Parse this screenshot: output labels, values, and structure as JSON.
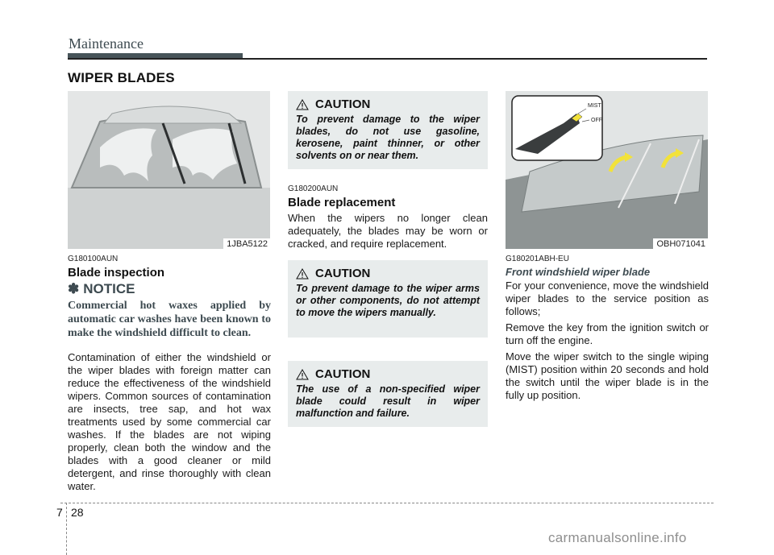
{
  "header": {
    "running_head": "Maintenance",
    "section_title": "WIPER BLADES"
  },
  "colors": {
    "header_bar": "#475459",
    "heading_text": "#3d4a50",
    "caution_bg": "#e8ecec",
    "arrow_yellow": "#f2e23a"
  },
  "column1": {
    "figure_code": "1JBA5122",
    "ref_code": "G180100AUN",
    "heading": "Blade inspection",
    "notice": {
      "symbol": "✽",
      "label": "NOTICE",
      "text": "Commercial hot waxes applied by automatic car washes have been known to make the windshield difficult to clean."
    },
    "body": "Contamination of either the windshield or the wiper blades with foreign matter can reduce the effectiveness of the windshield wipers. Common sources of contamination are insects, tree sap, and hot wax treatments used by some commercial car washes. If the blades are not wiping properly, clean both the window and the blades with a good cleaner or mild detergent, and rinse thoroughly with clean water."
  },
  "column2": {
    "caution1": {
      "label": "CAUTION",
      "text": "To prevent damage to the wiper blades, do not use gasoline, kerosene, paint thinner, or other solvents on or near them."
    },
    "ref_code": "G180200AUN",
    "heading": "Blade replacement",
    "body": "When the wipers no longer clean adequately, the blades may be worn or cracked, and require replacement.",
    "caution2": {
      "label": "CAUTION",
      "text": "To prevent damage to the wiper arms or other components, do not attempt to move the wipers manually."
    },
    "caution3": {
      "label": "CAUTION",
      "text": "The use of a non-specified wiper blade could result in wiper malfunction and failure."
    }
  },
  "column3": {
    "figure_code": "OBH071041",
    "figure_labels": {
      "mist": "MIST",
      "off": "OFF"
    },
    "ref_code": "G180201ABH-EU",
    "heading": "Front windshield wiper blade",
    "paragraphs": [
      "For your convenience, move the windshield wiper blades to the service position as follows;",
      "Remove the key from the ignition switch or turn off the engine.",
      "Move the wiper switch to the single wiping (MIST) position within 20 seconds and hold the switch until the wiper blade is in the fully up position."
    ]
  },
  "footer": {
    "chapter": "7",
    "page": "28",
    "watermark": "carmanualsonline.info"
  }
}
